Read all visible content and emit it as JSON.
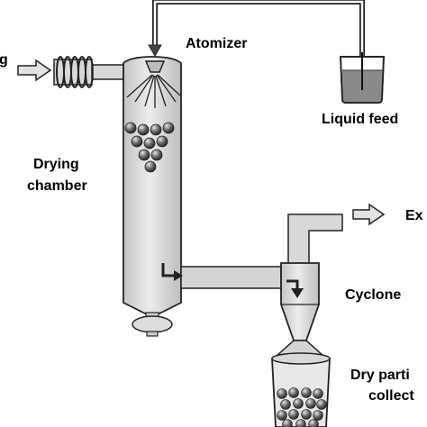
{
  "diagram": {
    "labels": {
      "heater_cut": "g",
      "atomizer": "Atomizer",
      "liquid_feed": "Liquid feed",
      "drying_line1": "Drying",
      "drying_line2": "chamber",
      "exhaust_cut": "Ex",
      "cyclone": "Cyclone",
      "dry_line1": "Dry parti",
      "dry_line2": "collect"
    },
    "colors": {
      "outline": "#222222",
      "vessel_fill": "#dadada",
      "duct_fill": "#d4d4d4",
      "particle": "#555555",
      "liquid": "#888888",
      "background": "#ffffff"
    },
    "icons": [
      "heater-coil-icon",
      "inlet-arrow-icon",
      "exhaust-arrow-icon",
      "flow-arrow-icon",
      "particle-icon"
    ]
  }
}
